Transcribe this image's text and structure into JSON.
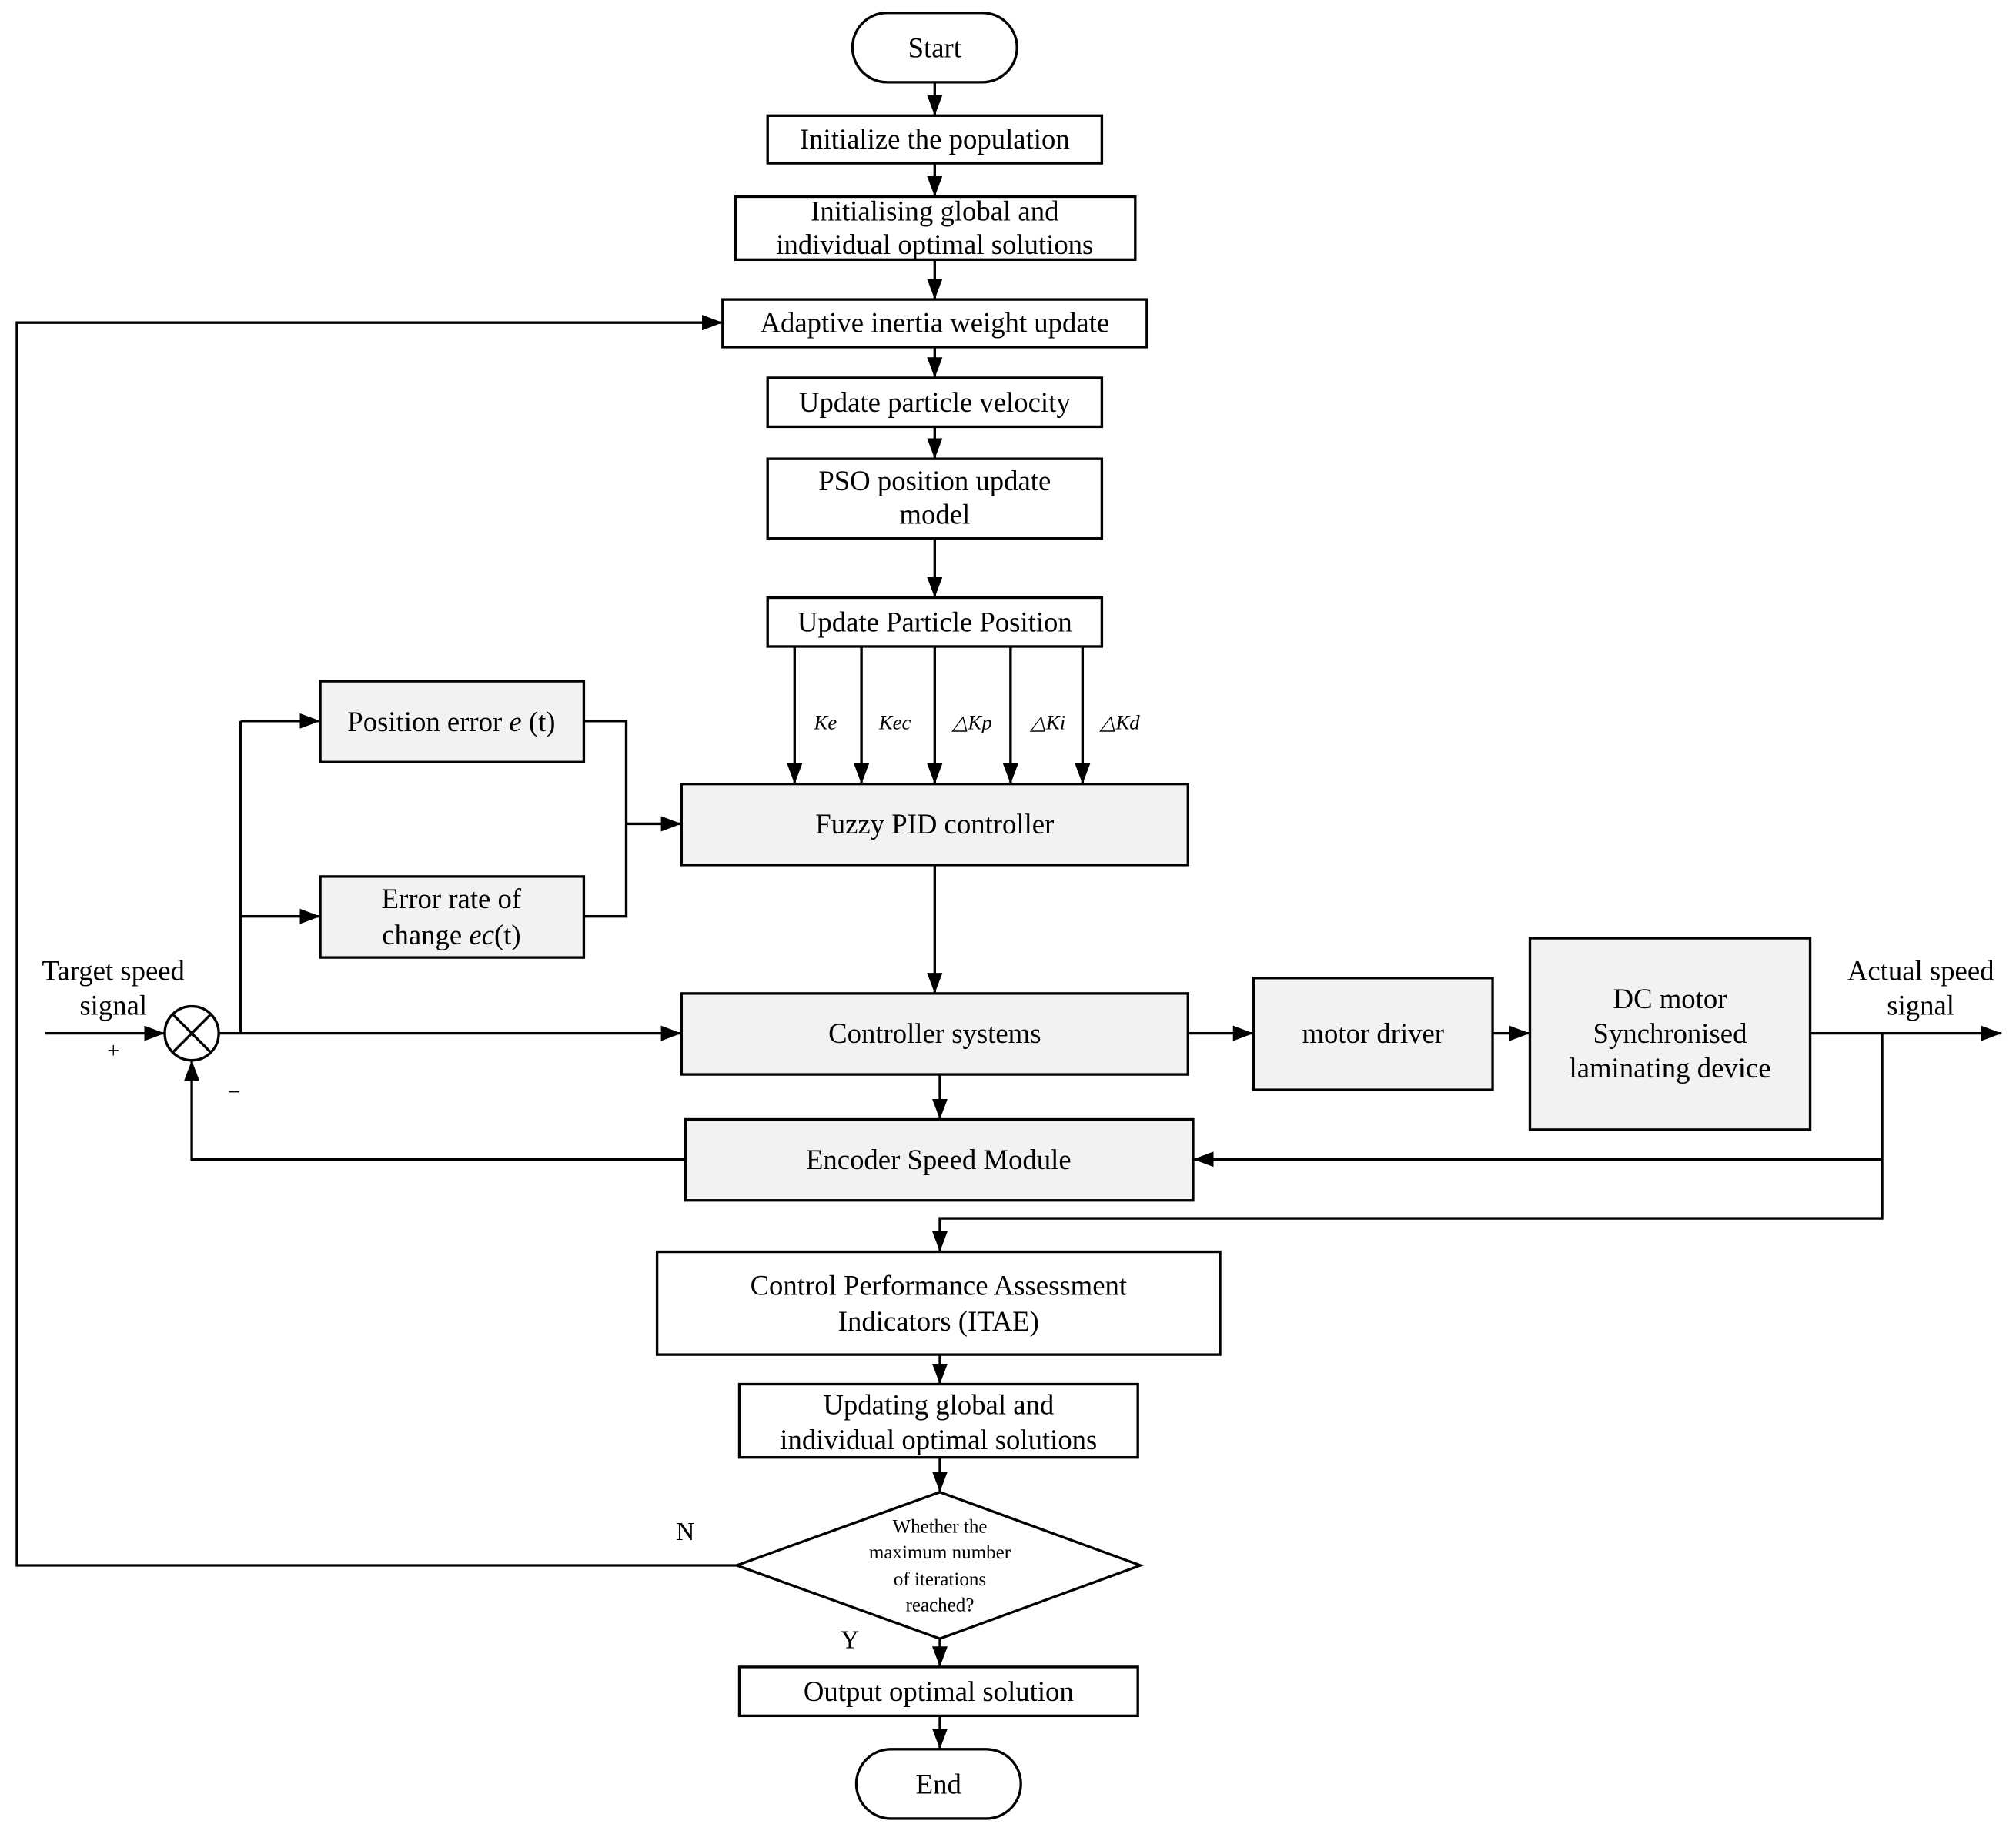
{
  "colors": {
    "node_fill": "#ffffff",
    "shaded_fill": "#f2f2f2",
    "line": "#000000"
  },
  "flowchart": {
    "start": "Start",
    "init_population": "Initialize the population",
    "init_solutions": [
      "Initialising global and",
      "individual optimal solutions"
    ],
    "inertia_update": "Adaptive inertia weight update",
    "velocity_update": "Update particle velocity",
    "pso_model": [
      "PSO position update",
      "model"
    ],
    "position_update": "Update Particle Position",
    "parameters": [
      "Ke",
      "Kec",
      "△Kp",
      "△Ki",
      "△Kd"
    ],
    "fuzzy_pid": "Fuzzy PID controller",
    "position_error": {
      "prefix": "Position error ",
      "var": "e",
      "suffix": " (t)"
    },
    "error_rate": {
      "line1": "Error rate of",
      "prefix": "change ",
      "var": "ec",
      "suffix": "(t)"
    },
    "controller": "Controller systems",
    "motor_driver": "motor driver",
    "dc_motor": [
      "DC motor",
      "Synchronised",
      "laminating device"
    ],
    "encoder": "Encoder Speed Module",
    "assessment": [
      "Control Performance Assessment",
      "Indicators (ITAE)"
    ],
    "update_solutions": [
      "Updating global and",
      "individual optimal solutions"
    ],
    "decision": [
      "Whether the",
      "maximum number",
      "of iterations",
      "reached?"
    ],
    "decision_no": "N",
    "decision_yes": "Y",
    "output": "Output optimal solution",
    "end": "End"
  },
  "signals": {
    "target": [
      "Target speed",
      "signal"
    ],
    "target_sign": "+",
    "feedback_sign": "−",
    "actual": [
      "Actual speed",
      "signal"
    ]
  }
}
